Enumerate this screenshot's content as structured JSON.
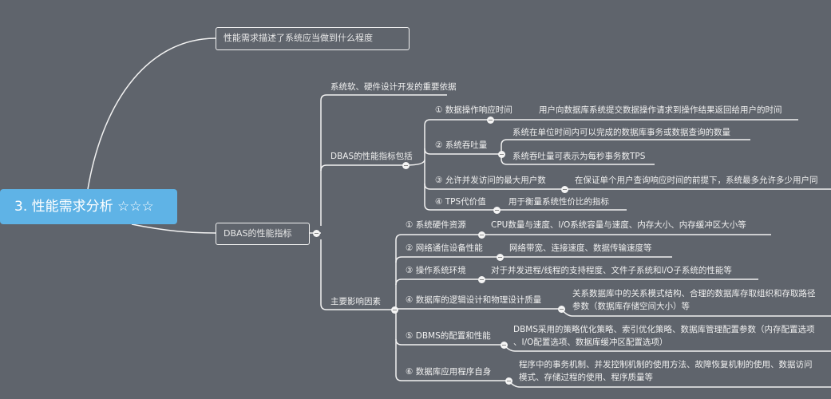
{
  "root": {
    "label": "3. 性能需求分析 ☆☆☆"
  },
  "node_desc": {
    "label": "性能需求描述了系统应当做到什么程度"
  },
  "node_perf": {
    "label": "DBAS的性能指标",
    "children": [
      {
        "label": "系统软、硬件设计开发的重要依据"
      },
      {
        "label": "DBAS的性能指标包括",
        "children": [
          {
            "label": "① 数据操作响应时间",
            "leaf": [
              "用户向数据库系统提交数据操作请求到操作结果返回给用户的时间"
            ]
          },
          {
            "label": "② 系统吞吐量",
            "leaf": [
              "系统在单位时间内可以完成的数据库事务或数据查询的数量",
              "系统吞吐量可表示为每秒事务数TPS"
            ]
          },
          {
            "label": "③ 允许并发访问的最大用户数",
            "leaf": [
              "在保证单个用户查询响应时间的前提下，系统最多允许多少用户同"
            ]
          },
          {
            "label": "④ TPS代价值",
            "leaf": [
              "用于衡量系统性价比的指标"
            ]
          }
        ]
      },
      {
        "label": "主要影响因素",
        "children": [
          {
            "label": "① 系统硬件资源",
            "leaf": [
              "CPU数量与速度、I/O系统容量与速度、内存大小、内存缓冲区大小等"
            ]
          },
          {
            "label": "② 网络通信设备性能",
            "leaf": [
              "网络带宽、连接速度、数据传输速度等"
            ]
          },
          {
            "label": "③ 操作系统环境",
            "leaf": [
              "对于并发进程/线程的支持程度、文件子系统和I/O子系统的性能等"
            ]
          },
          {
            "label": "④ 数据库的逻辑设计和物理设计质量",
            "leaf": [
              "关系数据库中的关系模式结构、合理的数据库存取组织和存取路径",
              "参数（数据库存储空间大小）等"
            ]
          },
          {
            "label": "⑤ DBMS的配置和性能",
            "leaf": [
              "DBMS采用的策略优化策略、索引优化策略、数据库管理配置参数（内存配置选项",
              "、I/O配置选项、数据库缓冲区配置选项）"
            ]
          },
          {
            "label": "⑥ 数据库应用程序自身",
            "leaf": [
              "程序中的事务机制、并发控制机制的使用方法、故障恢复机制的使用、数据访问",
              "模式、存储过程的使用、程序质量等"
            ]
          }
        ]
      }
    ]
  },
  "colors": {
    "background": "#5f646c",
    "root": "#5fb3e6",
    "line": "#f2f2f2"
  }
}
